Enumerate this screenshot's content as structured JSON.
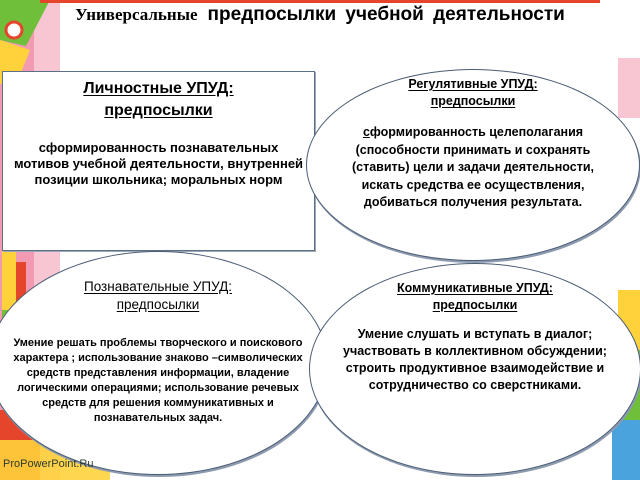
{
  "title": {
    "part1": "Универсальные",
    "part2": "предпосылки учебной деятельности"
  },
  "personal": {
    "heading_line1": "Личностные УПУД:",
    "heading_line2": "предпосылки",
    "body": "сформированность познавательных мотивов учебной деятельности, внутренней позиции школьника; моральных норм"
  },
  "regulative": {
    "heading_line1": "Регулятивные УПУД:",
    "heading_line2": "предпосылки",
    "body_first_letter": "с",
    "body_rest": "формированность целеполагания (способности принимать и сохранять (ставить) цели и задачи деятельности, искать средства ее осуществления, добиваться получения результата."
  },
  "cognitive": {
    "heading_line1": "Познавательные УПУД:",
    "heading_line2": "предпосылки",
    "body": "Умение решать проблемы творческого и поискового характера ; использование знаково –символических средств представления информации, владение логическими операциями;  использование речевых средств для решения коммуникативных и познавательных задач."
  },
  "communicative": {
    "heading_line1": "Коммуникативные УПУД:",
    "heading_line2": "предпосылки",
    "body": "Умение слушать и вступать в диалог; участвовать в коллективном обсуждении; строить продуктивное взаимодействие и сотрудничество со сверстниками."
  },
  "watermark": "ProPowerPoint.Ru",
  "colors": {
    "background_pink": "#f7c6d2",
    "accent_green": "#6fbf3a",
    "accent_yellow": "#ffd23c",
    "accent_red": "#e4452b",
    "accent_blue": "#4aa3dd",
    "border": "#4c5d74"
  }
}
